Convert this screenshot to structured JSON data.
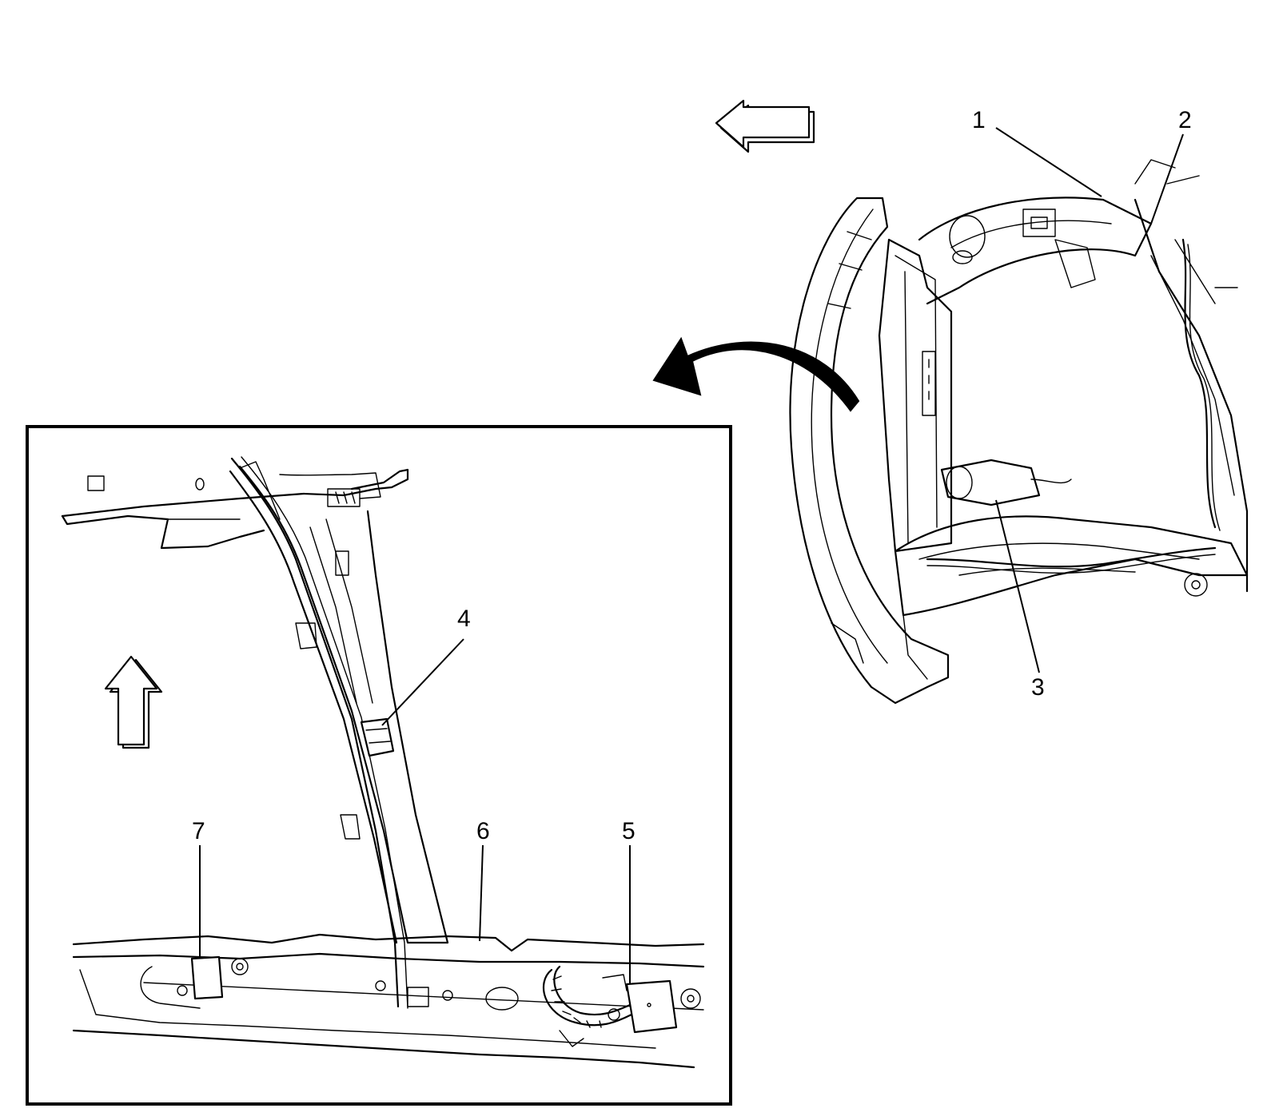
{
  "diagram": {
    "callouts": [
      {
        "id": "1",
        "label": "1"
      },
      {
        "id": "2",
        "label": "2"
      },
      {
        "id": "3",
        "label": "3"
      },
      {
        "id": "4",
        "label": "4"
      },
      {
        "id": "5",
        "label": "5"
      },
      {
        "id": "6",
        "label": "6"
      },
      {
        "id": "7",
        "label": "7"
      }
    ],
    "icons": {
      "forward_arrow_main": "arrow-left-icon",
      "detail_arrow": "curved-arrow-icon",
      "forward_arrow_inset": "arrow-up-icon"
    },
    "colors": {
      "line": "#000000",
      "background": "#ffffff"
    }
  }
}
